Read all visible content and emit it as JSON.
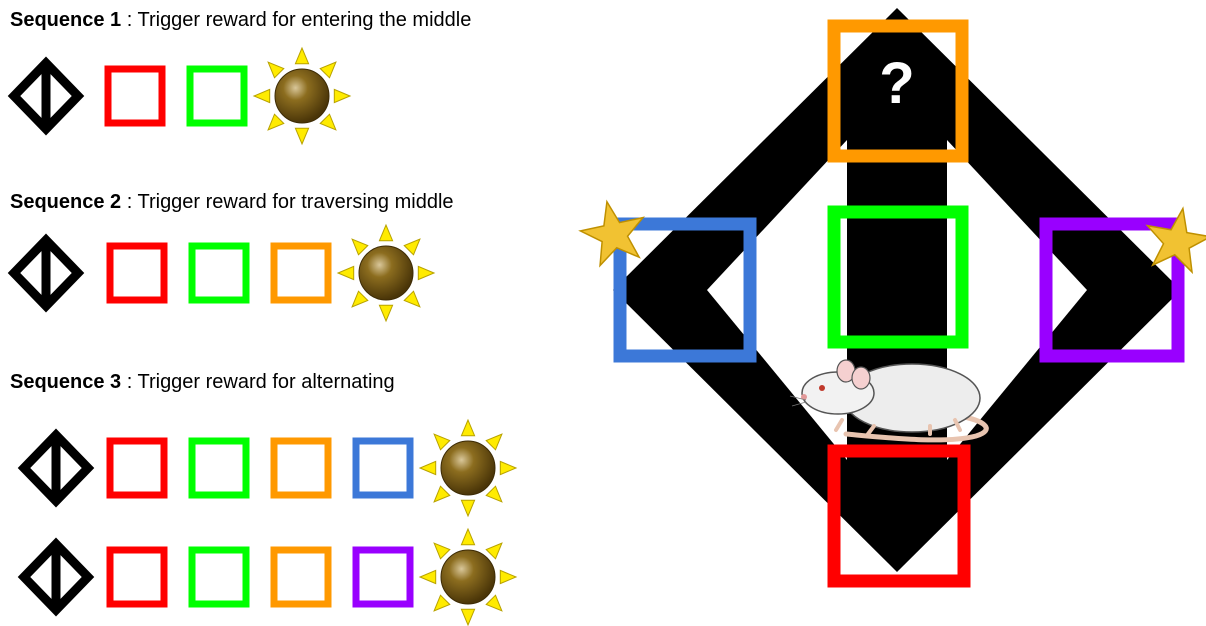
{
  "sequences": [
    {
      "label": "Sequence 1",
      "separator": " : ",
      "description": "Trigger reward for entering the middle",
      "rows": [
        [
          "red",
          "green"
        ]
      ]
    },
    {
      "label": "Sequence 2",
      "separator": " : ",
      "description": "Trigger reward for traversing middle",
      "rows": [
        [
          "red",
          "green",
          "orange"
        ]
      ]
    },
    {
      "label": "Sequence 3",
      "separator": " : ",
      "description": "Trigger reward for alternating",
      "rows": [
        [
          "red",
          "green",
          "orange",
          "blue"
        ],
        [
          "red",
          "green",
          "orange",
          "purple"
        ]
      ]
    }
  ],
  "maze": {
    "unknown_marker": "?"
  },
  "colors": {
    "red": "#ff0000",
    "green": "#00ff00",
    "orange": "#ff9900",
    "blue": "#3c78d8",
    "purple": "#9900ff",
    "track": "#000000",
    "star": "#f1c232",
    "sun_ray": "#ffeb00",
    "pellet": "#7f6000"
  }
}
